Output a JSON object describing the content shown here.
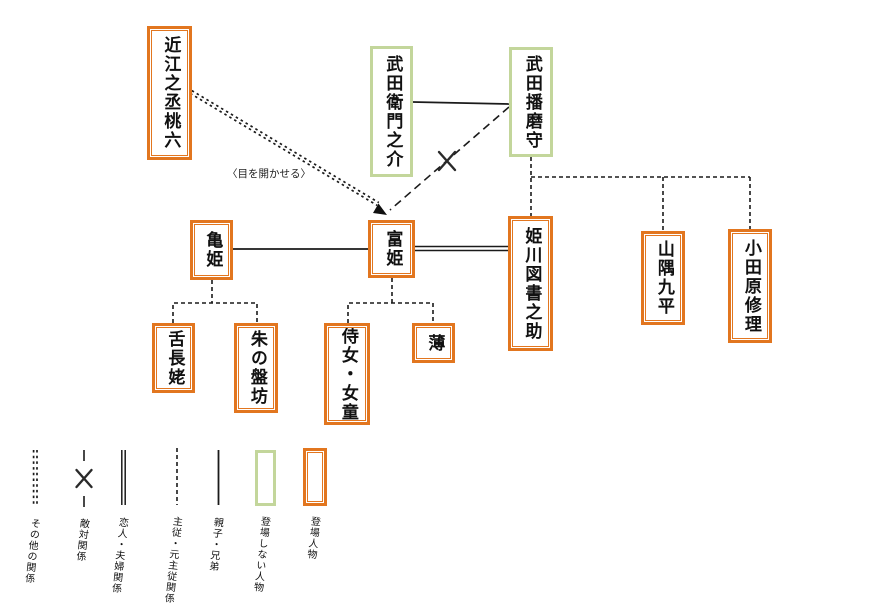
{
  "diagram": {
    "annotation": "〈目を開かせる〉"
  },
  "nodes": [
    {
      "name": "近江之丞桃六",
      "status": "登場人物"
    },
    {
      "name": "武田衛門之介",
      "status": "登場しない人物"
    },
    {
      "name": "武田播磨守",
      "status": "登場しない人物"
    },
    {
      "name": "亀姫",
      "status": "登場人物"
    },
    {
      "name": "富姫",
      "status": "登場人物"
    },
    {
      "name": "姫川図書之助",
      "status": "登場人物"
    },
    {
      "name": "山隅九平",
      "status": "登場人物"
    },
    {
      "name": "小田原修理",
      "status": "登場人物"
    },
    {
      "name": "舌長姥",
      "status": "登場人物"
    },
    {
      "name": "朱の盤坊",
      "status": "登場人物"
    },
    {
      "name": "侍女・女童",
      "status": "登場人物"
    },
    {
      "name": "薄",
      "status": "登場人物"
    }
  ],
  "edges": [
    {
      "from": "近江之丞桃六",
      "to": "富姫",
      "type": "その他の関係",
      "annotation": "〈目を開かせる〉",
      "arrow": true
    },
    {
      "from": "武田衛門之介",
      "to": "武田播磨守",
      "type": "親子・兄弟"
    },
    {
      "from": "武田播磨守",
      "to": "富姫",
      "type": "敵対関係"
    },
    {
      "from": "武田播磨守",
      "to": "姫川図書之助",
      "type": "主従・元主従関係"
    },
    {
      "from": "武田播磨守",
      "to": "山隅九平",
      "type": "主従・元主従関係"
    },
    {
      "from": "武田播磨守",
      "to": "小田原修理",
      "type": "主従・元主従関係"
    },
    {
      "from": "亀姫",
      "to": "富姫",
      "type": "親子・兄弟"
    },
    {
      "from": "富姫",
      "to": "姫川図書之助",
      "type": "恋人・夫婦関係"
    },
    {
      "from": "亀姫",
      "to": "舌長姥",
      "type": "主従・元主従関係"
    },
    {
      "from": "亀姫",
      "to": "朱の盤坊",
      "type": "主従・元主従関係"
    },
    {
      "from": "富姫",
      "to": "侍女・女童",
      "type": "主従・元主従関係"
    },
    {
      "from": "富姫",
      "to": "薄",
      "type": "主従・元主従関係"
    }
  ],
  "legend": {
    "items": [
      {
        "label": "その他の関係",
        "symbol": "double-dotted-line"
      },
      {
        "label": "敵対関係",
        "symbol": "dashed-line-with-x"
      },
      {
        "label": "恋人・夫婦関係",
        "symbol": "double-solid-line"
      },
      {
        "label": "主従・元主従関係",
        "symbol": "dashed-line"
      },
      {
        "label": "親子・兄弟",
        "symbol": "solid-line"
      },
      {
        "label": "登場しない人物",
        "symbol": "green-box"
      },
      {
        "label": "登場人物",
        "symbol": "orange-box"
      }
    ]
  },
  "colors": {
    "appearing_box_border": "#e2761f",
    "non_appearing_box_border": "#c3d69b",
    "line": "#1a1a1a",
    "background": "#ffffff"
  }
}
